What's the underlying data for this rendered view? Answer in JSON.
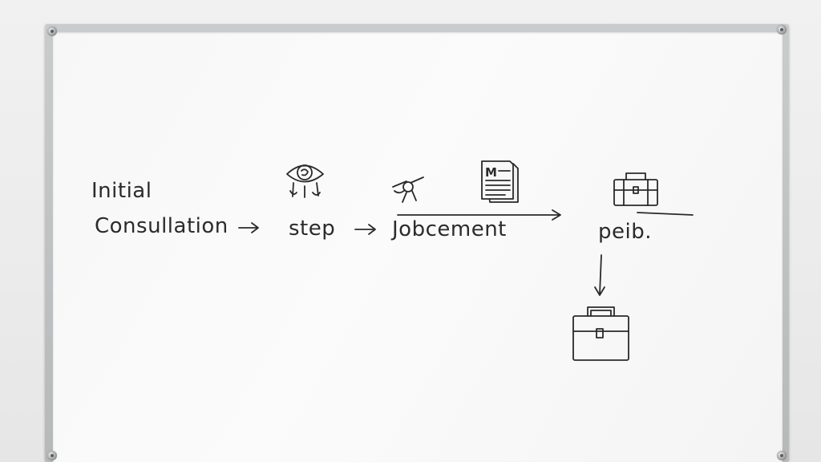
{
  "whiteboard": {
    "labels": {
      "initial": "Initial",
      "consultation": "Consullation",
      "step": "step",
      "jobcement": "Jobcement",
      "peib": "peib."
    },
    "icons": [
      "eye-icon",
      "magnifier-icon",
      "document-icon",
      "toolbox-icon",
      "briefcase-icon"
    ],
    "document_letter": "M"
  }
}
